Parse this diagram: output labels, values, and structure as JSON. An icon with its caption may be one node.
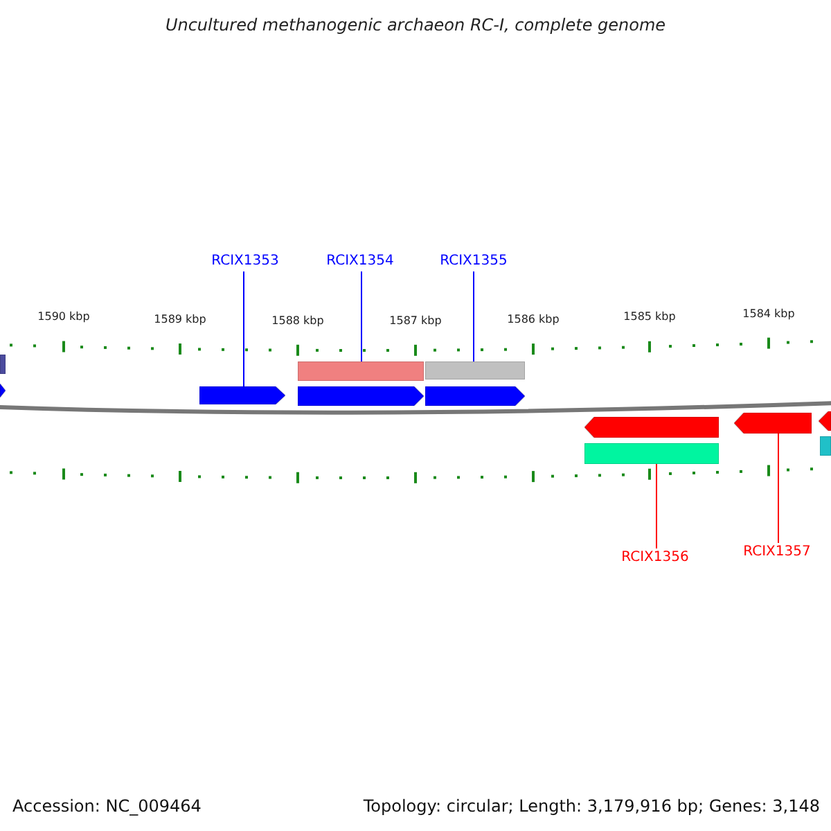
{
  "diagram": {
    "title": "Uncultured methanogenic archaeon RC-I, complete genome",
    "nodes": [
      {
        "text": [
          "RCIX1353"
        ]
      },
      {
        "text": [
          "RCIX1354"
        ]
      },
      {
        "text": [
          "RCIX1355"
        ]
      },
      {
        "text": [
          "RCIX1356"
        ]
      },
      {
        "text": [
          "RCIX1357"
        ]
      },
      {
        "text": [],
        "shape": "bar"
      },
      {
        "text": [],
        "shape": "bar"
      },
      {
        "text": [],
        "shape": "bar"
      },
      {
        "text": [],
        "shape": "bar"
      },
      {
        "text": [],
        "shape": "bar"
      },
      {
        "text": [],
        "shape": "bar"
      },
      {
        "text": [],
        "shape": "bar"
      },
      {
        "text": [],
        "shape": "bar"
      },
      {
        "text": [],
        "shape": "bar"
      },
      {
        "text": [],
        "shape": "bar"
      },
      {
        "text": [],
        "shape": "bar"
      },
      {
        "text": [],
        "shape": "bar"
      }
    ],
    "edges": [
      {
        "from": 0,
        "to": 7,
        "arrow": "none"
      },
      {
        "from": 1,
        "to": 8,
        "arrow": "none"
      },
      {
        "from": 2,
        "to": 10,
        "arrow": "none"
      },
      {
        "from": 3,
        "to": 14,
        "arrow": "none",
        "color": "#ff0000"
      },
      {
        "from": 4,
        "to": 15,
        "arrow": "none",
        "color": "#ff0000"
      }
    ],
    "labels": [
      "1590 kbp",
      "1589 kbp",
      "1588 kbp",
      "1587 kbp",
      "1586 kbp",
      "1585 kbp",
      "1584 kbp",
      "Accession: NC_009464",
      "Topology: circular; Length: 3,179,916 bp; Genes: 3,148"
    ]
  }
}
